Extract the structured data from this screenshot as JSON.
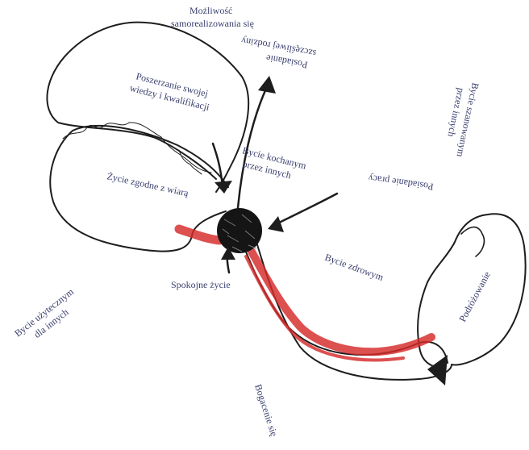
{
  "labels": {
    "self_realization_1": "Możliwość",
    "self_realization_2": "samorealizowania się",
    "knowledge_1": "Poszerzanie swojej",
    "knowledge_2": "wiedzy i kwalifikacji",
    "family_1": "Posiadanie",
    "family_2": "szczęśliwej rodziny",
    "respected_1": "Bycie szanowanym",
    "respected_2": "przez innych",
    "loved_1": "Bycie kochanym",
    "loved_2": "przez innych",
    "faith": "Życie zgodne z wiarą",
    "job": "Posiadanie pracy",
    "healthy": "Bycie zdrowym",
    "calm": "Spokojne życie",
    "travel": "Podróżowanie",
    "useful_1": "Bycie użytecznym",
    "useful_2": "dla innych",
    "enrich": "Bogacenie się"
  },
  "colors": {
    "ink": "#1d1d1d",
    "label": "#3a3f6e",
    "highlight": "#d62a2a"
  }
}
